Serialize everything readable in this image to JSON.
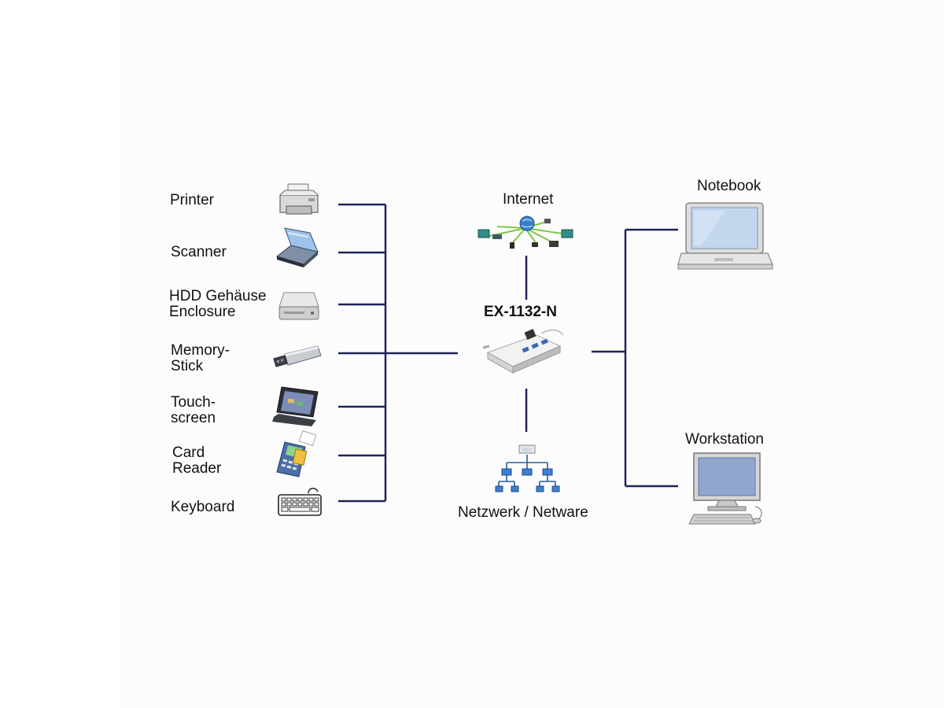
{
  "devices": {
    "printer": {
      "label": "Printer",
      "icon": "printer-icon"
    },
    "scanner": {
      "label": "Scanner",
      "icon": "scanner-icon"
    },
    "hdd": {
      "line1": "HDD Gehäuse",
      "line2": "Enclosure",
      "icon": "hdd-enclosure-icon"
    },
    "memory": {
      "line1": "Memory-",
      "line2": "Stick",
      "icon": "usb-stick-icon"
    },
    "touch": {
      "line1": "Touch-",
      "line2": "screen",
      "icon": "touchscreen-icon"
    },
    "card": {
      "line1": "Card",
      "line2": "Reader",
      "icon": "card-reader-icon"
    },
    "keyboard": {
      "label": "Keyboard",
      "icon": "keyboard-icon"
    }
  },
  "center": {
    "internet": {
      "label": "Internet",
      "icon": "internet-network-icon"
    },
    "hub": {
      "label": "EX-1132-N",
      "icon": "usb-hub-icon"
    },
    "network": {
      "label": "Netzwerk / Netware",
      "icon": "network-tree-icon"
    }
  },
  "hosts": {
    "notebook": {
      "label": "Notebook",
      "icon": "notebook-icon"
    },
    "workstation": {
      "label": "Workstation",
      "icon": "workstation-icon"
    }
  },
  "colors": {
    "wire": "#1f2458"
  }
}
